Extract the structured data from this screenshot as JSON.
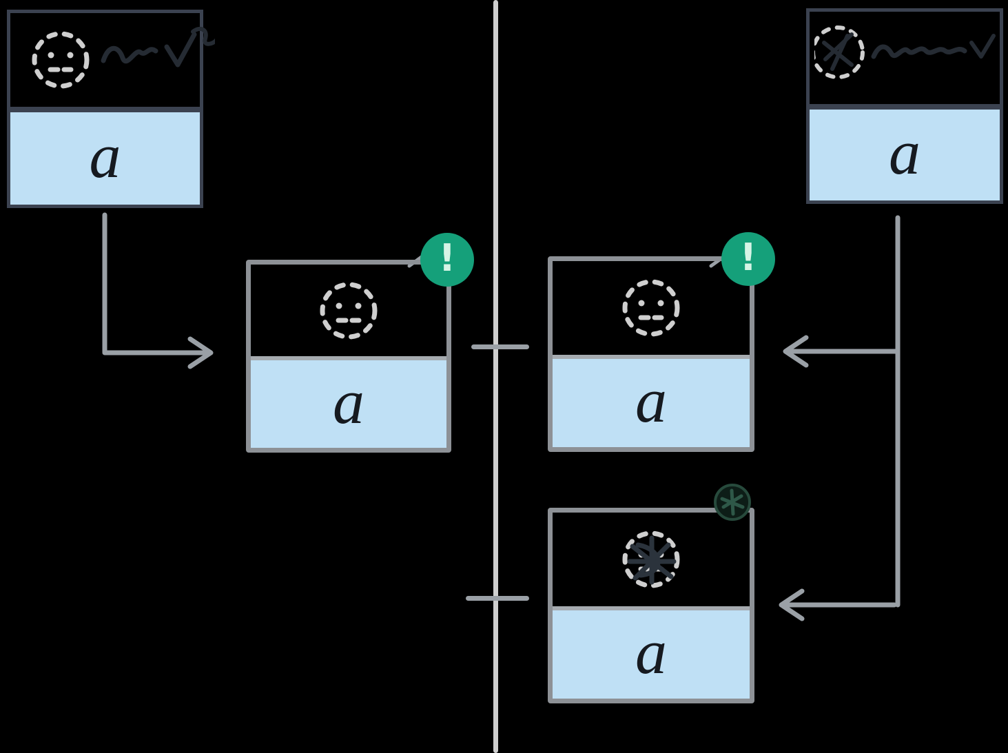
{
  "diagram": {
    "title_hint": "mutable-vs-frozen copy diagram",
    "left": {
      "source": {
        "label": "a"
      },
      "result": {
        "label": "a",
        "badge": "!"
      }
    },
    "right": {
      "source": {
        "label": "a"
      },
      "result_top": {
        "label": "a",
        "badge": "!"
      },
      "result_bottom": {
        "label": "a"
      }
    }
  },
  "icons": {
    "pending_face": "dashed-smiley-circle",
    "scribble": "hand-scribble",
    "scribbled_face": "scribbled-out-smiley",
    "alert_badge": "exclamation-circle",
    "scribbled_badge": "scribbled-out-circle"
  },
  "colors": {
    "cell_fill": "#bfe0f5",
    "ink_border": "#3b4250",
    "box_gray": "#8d9196",
    "inner_gray": "#a6abb0",
    "arrow_gray": "#9aa0a6",
    "divider_gray": "#cfcfcf",
    "face_gray": "#cfcfcf",
    "badge_green": "#15a07a",
    "badge_mark": "#d6f4e6",
    "ink_scribble": "#252b33",
    "label_ink": "#161a20"
  }
}
